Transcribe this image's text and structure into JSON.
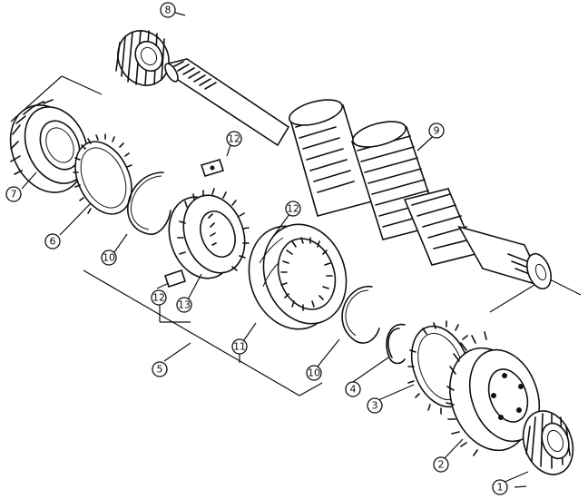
{
  "callouts": [
    {
      "id": "1",
      "label": "1",
      "part": "tapered-roller-bearing-rear"
    },
    {
      "id": "2",
      "label": "2",
      "part": "gear"
    },
    {
      "id": "3",
      "label": "3",
      "part": "synchronizer-ring"
    },
    {
      "id": "4",
      "label": "4",
      "part": "snap-ring"
    },
    {
      "id": "5",
      "label": "5",
      "part": "synchronizer-assembly"
    },
    {
      "id": "6",
      "label": "6",
      "part": "synchronizer-ring"
    },
    {
      "id": "7",
      "label": "7",
      "part": "gear"
    },
    {
      "id": "8",
      "label": "8",
      "part": "tapered-roller-bearing-front"
    },
    {
      "id": "9",
      "label": "9",
      "part": "mainshaft"
    },
    {
      "id": "10a",
      "label": "10",
      "part": "spring"
    },
    {
      "id": "10b",
      "label": "10",
      "part": "spring"
    },
    {
      "id": "11",
      "label": "11",
      "part": "sleeve"
    },
    {
      "id": "12a",
      "label": "12",
      "part": "key"
    },
    {
      "id": "12b",
      "label": "12",
      "part": "key"
    },
    {
      "id": "12c",
      "label": "12",
      "part": "key"
    },
    {
      "id": "13",
      "label": "13",
      "part": "hub"
    }
  ]
}
